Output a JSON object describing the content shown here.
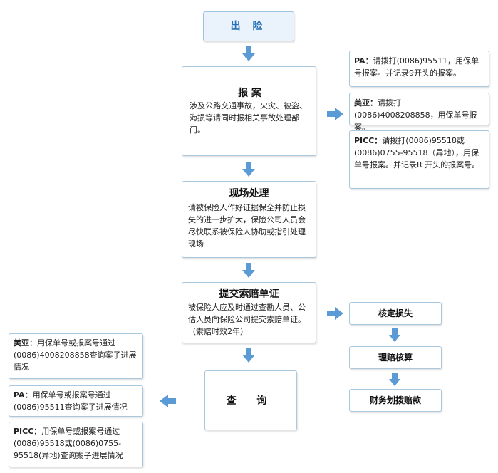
{
  "start": {
    "label": "出 险"
  },
  "report": {
    "title": "报 案",
    "text": "涉及公路交通事故，火灾、被盗、海损等请同时报相关事故处理部门。"
  },
  "onsite": {
    "title": "现场处理",
    "text": "请被保险人作好证据保全并防止损失的进一步扩大，保险公司人员会尽快联系被保险人协助或指引处理现场"
  },
  "claim": {
    "title": "提交索赔单证",
    "text": "被保险人应及时通过查勘人员、公估人员向保险公司提交索赔单证。（索赔时效2年）"
  },
  "query": {
    "label": "查 询"
  },
  "report_notes": [
    {
      "company": "PA：",
      "text": "请拨打(0086)95511，用保单号报案。并记录9开头的报案。"
    },
    {
      "company": "美亚：",
      "text": "请拨打(0086)4008208858，用保单号报案。"
    },
    {
      "company": "PICC：",
      "text": "请拨打(0086)95518或(0086)0755-95518（异地），用保单号报案。并记录R 开头的报案号。"
    }
  ],
  "query_notes": [
    {
      "company": "美亚：",
      "text": "用保单号或报案号通过(0086)4008208858查询案子进展情况"
    },
    {
      "company": "PA：",
      "text": "用保单号或报案号通过(0086)95511查询案子进展情况"
    },
    {
      "company": "PICC：",
      "text": "用保单号或报案号通过(0086)95518或(0086)0755-95518(异地)查询案子进展情况"
    }
  ],
  "steps": [
    {
      "label": "核定损失"
    },
    {
      "label": "理赔核算"
    },
    {
      "label": "财务划拨赔款"
    }
  ],
  "colors": {
    "arrow": "#5b9bd5",
    "border": "#a9c7dd",
    "accent": "#2a72b8"
  }
}
